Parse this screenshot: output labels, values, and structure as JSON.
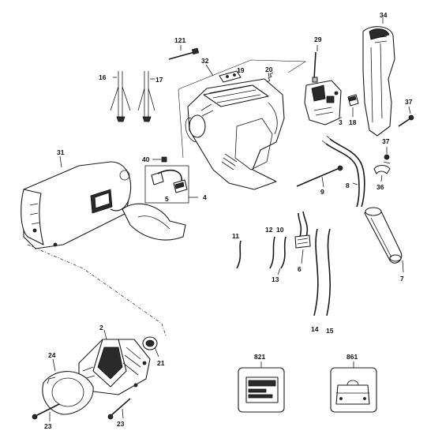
{
  "labels": {
    "l121": "121",
    "l32": "32",
    "l29": "29",
    "l34": "34",
    "l16": "16",
    "l17": "17",
    "l19": "19",
    "l20": "20",
    "l37a": "37",
    "l3": "3",
    "l18": "18",
    "l37b": "37",
    "l31": "31",
    "l40": "40",
    "l36": "36",
    "l9": "9",
    "l8": "8",
    "l5": "5",
    "l4": "4",
    "l11": "11",
    "l12": "12",
    "l10": "10",
    "l6": "6",
    "l13": "13",
    "l7": "7",
    "l2": "2",
    "l14": "14",
    "l15": "15",
    "l821": "821",
    "l861": "861",
    "l24": "24",
    "l21": "21",
    "l23a": "23",
    "l23b": "23"
  }
}
